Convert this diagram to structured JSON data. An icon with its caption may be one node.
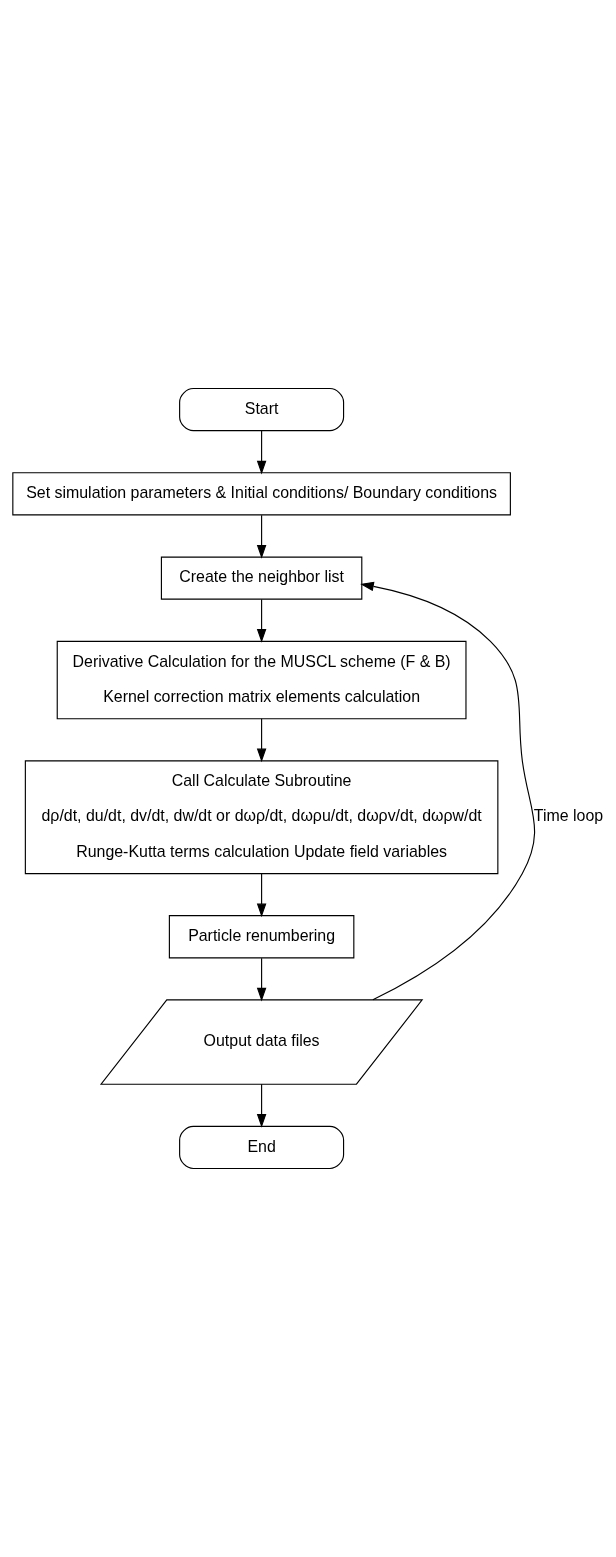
{
  "diagram": {
    "nodes": [
      {
        "text": [
          "Start"
        ]
      },
      {
        "text": [
          "Set simulation parameters & Initial conditions/ Boundary conditions"
        ]
      },
      {
        "text": [
          "Create the neighbor list"
        ]
      },
      {
        "text": [
          "Derivative Calculation for the MUSCL scheme (F & B)",
          "Kernel correction matrix elements calculation"
        ]
      },
      {
        "text": [
          "Call Calculate Subroutine",
          "dρ/dt, du/dt, dv/dt, dw/dt or dωρ/dt, dωρu/dt, dωρv/dt, dωρw/dt",
          "Runge-Kutta terms calculation Update field variables"
        ]
      },
      {
        "text": [
          "Particle renumbering"
        ]
      },
      {
        "text": [
          "Output data files"
        ]
      },
      {
        "text": [
          "End"
        ]
      }
    ],
    "edges": [
      {
        "from": 0,
        "to": 1,
        "arrow": "to"
      },
      {
        "from": 1,
        "to": 2,
        "arrow": "to"
      },
      {
        "from": 2,
        "to": 3,
        "arrow": "to"
      },
      {
        "from": 3,
        "to": 4,
        "arrow": "to"
      },
      {
        "from": 4,
        "to": 5,
        "arrow": "to"
      },
      {
        "from": 5,
        "to": 6,
        "arrow": "to"
      },
      {
        "from": 6,
        "to": 7,
        "arrow": "to"
      },
      {
        "from": 6,
        "to": 2,
        "arrow": "to",
        "label": "Time loop"
      }
    ]
  }
}
